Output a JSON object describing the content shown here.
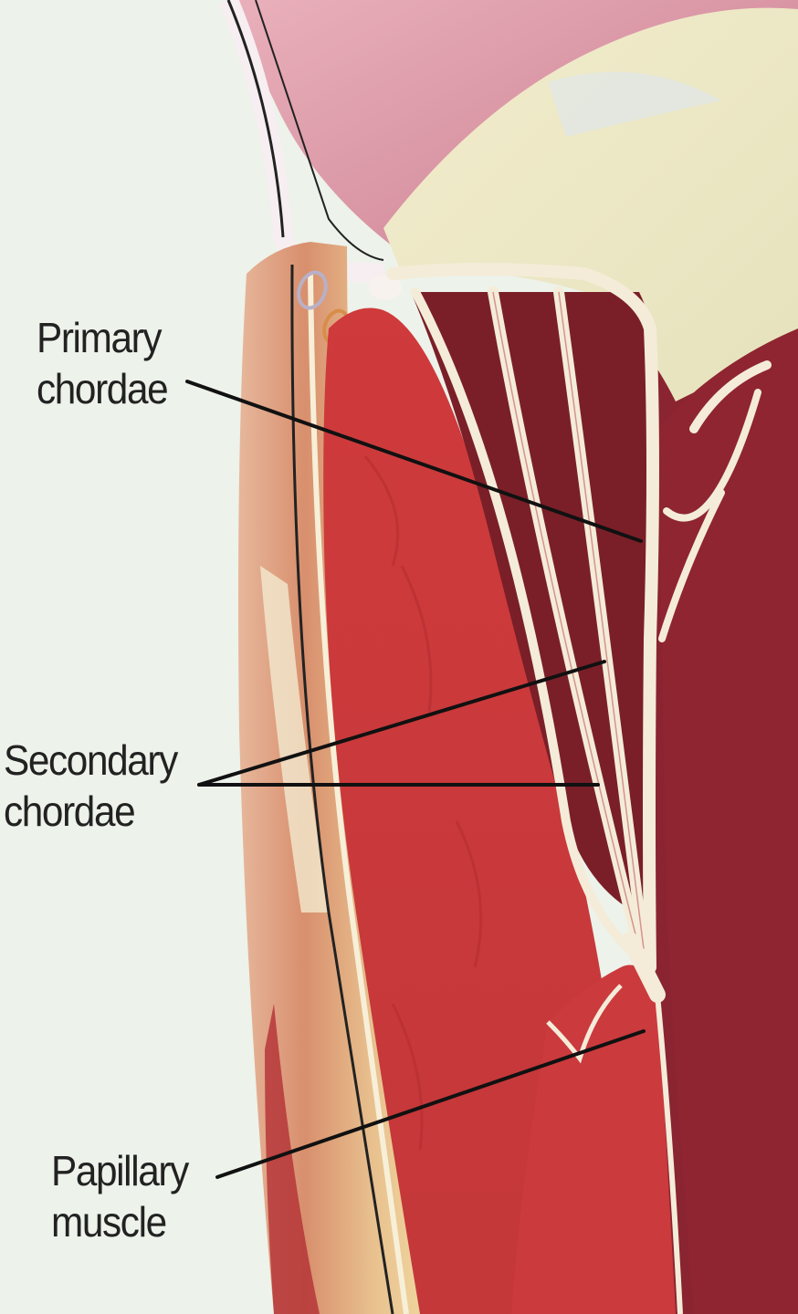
{
  "labels": {
    "primary": {
      "line1": "Primary",
      "line2": "chordae"
    },
    "secondary": {
      "line1": "Secondary",
      "line2": "chordae"
    },
    "papillary": {
      "line1": "Papillary",
      "line2": "muscle"
    }
  },
  "colors": {
    "background": "#edf2ea",
    "myocardium": "#c8383b",
    "dark_muscle": "#7a1f28",
    "chordae": "#f4ecd8",
    "valve_leaflet": "#eee8c8",
    "atrium": "#d98a9a",
    "leader_line": "#111111"
  }
}
